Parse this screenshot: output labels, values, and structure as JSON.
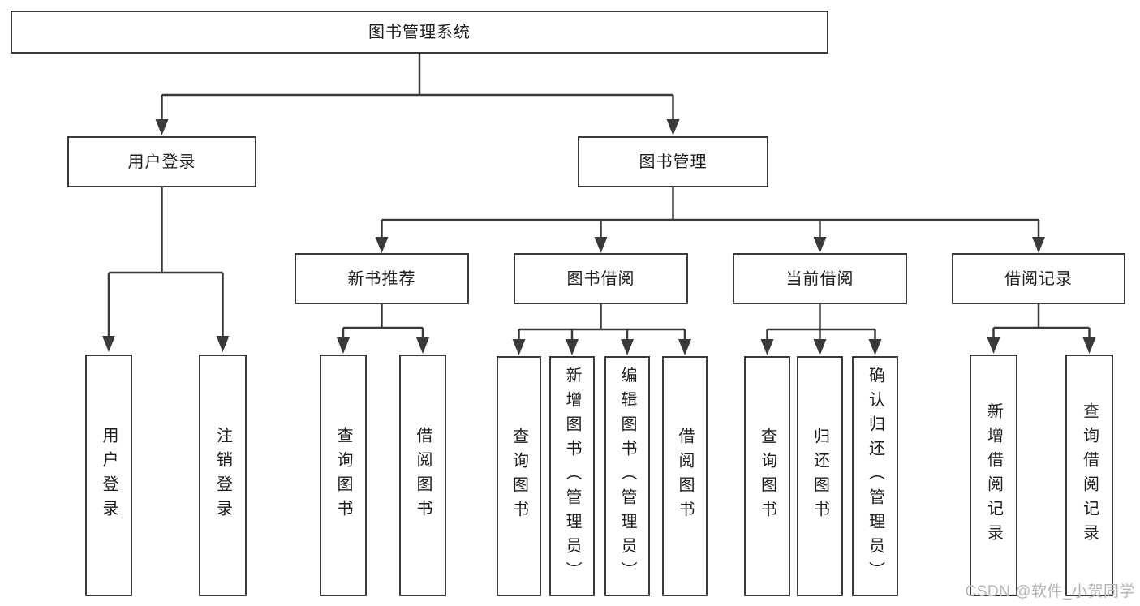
{
  "diagram_title": "图书管理系统",
  "nodes": {
    "root": {
      "label": "图书管理系统"
    },
    "user_login": {
      "label": "用户登录"
    },
    "book_management": {
      "label": "图书管理"
    },
    "leaf_user_login": {
      "label": "用户登录"
    },
    "leaf_logout": {
      "label": "注销登录"
    },
    "new_book_recommend": {
      "label": "新书推荐"
    },
    "book_borrow": {
      "label": "图书借阅"
    },
    "current_borrow": {
      "label": "当前借阅"
    },
    "borrow_records": {
      "label": "借阅记录"
    },
    "nbr_query_books": {
      "label": "查询图书"
    },
    "nbr_borrow_books": {
      "label": "借阅图书"
    },
    "bb_query_books": {
      "label": "查询图书"
    },
    "bb_add_books": {
      "label": "新增图书（管理员）"
    },
    "bb_edit_books": {
      "label": "编辑图书（管理员）"
    },
    "bb_borrow_books": {
      "label": "借阅图书"
    },
    "cb_query_books": {
      "label": "查询图书"
    },
    "cb_return_books": {
      "label": "归还图书"
    },
    "cb_confirm_return": {
      "label": "确认归还（管理员）"
    },
    "br_add_record": {
      "label": "新增借阅记录"
    },
    "br_query_record": {
      "label": "查询借阅记录"
    }
  },
  "watermark": {
    "text": "CSDN @软件_小贺同学"
  },
  "colors": {
    "line": "#3a3a3a",
    "text": "#1e1e1e",
    "watermark": "#b3b3b3",
    "background": "#ffffff"
  }
}
